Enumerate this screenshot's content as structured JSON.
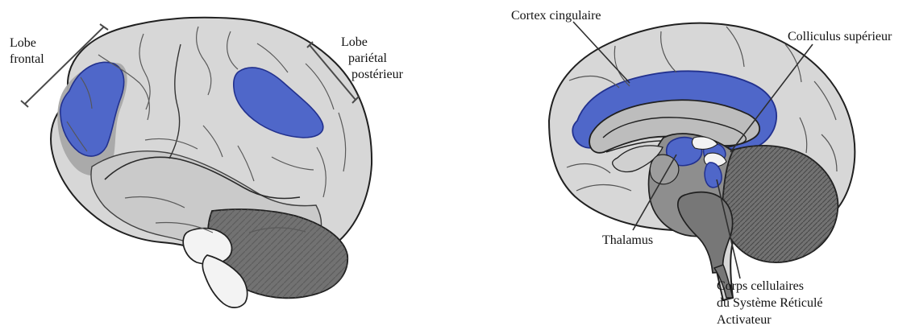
{
  "left_brain": {
    "label_frontal": [
      "Lobe",
      "frontal"
    ],
    "label_parietal": [
      "Lobe",
      "pariétal",
      "postérieur"
    ]
  },
  "right_brain": {
    "label_cortex": "Cortex cingulaire",
    "label_colliculus": "Colliculus supérieur",
    "label_thalamus": "Thalamus",
    "label_corps": [
      "Corps cellulaires",
      "du Système Réticulé",
      "Activateur"
    ]
  },
  "colors": {
    "highlight_blue": "#4F67C9",
    "outline": "#202020",
    "brain_light": "#D7D7D7",
    "brain_mid": "#B8B8B8",
    "brain_dark": "#8E8E8E",
    "cerebellum": "#727272",
    "white": "#F3F3F3"
  }
}
